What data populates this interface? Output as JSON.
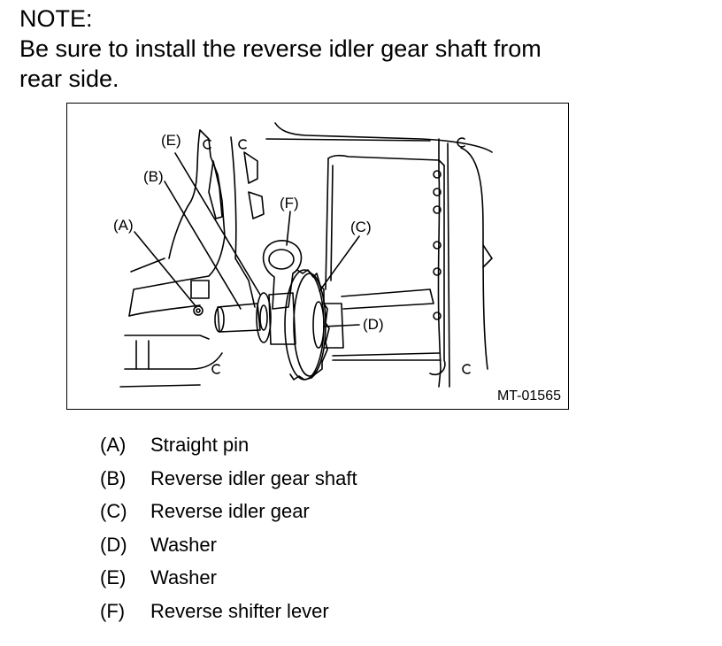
{
  "note": {
    "heading": "NOTE:",
    "line1": "Be sure to install the reverse idler gear shaft from",
    "line2": "rear side."
  },
  "figure": {
    "id": "MT-01565",
    "callouts": {
      "a": "(A)",
      "b": "(B)",
      "c": "(C)",
      "d": "(D)",
      "e": "(E)",
      "f": "(F)"
    }
  },
  "legend": [
    {
      "key": "(A)",
      "text": "Straight pin"
    },
    {
      "key": "(B)",
      "text": "Reverse idler gear shaft"
    },
    {
      "key": "(C)",
      "text": "Reverse idler gear"
    },
    {
      "key": "(D)",
      "text": "Washer"
    },
    {
      "key": "(E)",
      "text": "Washer"
    },
    {
      "key": "(F)",
      "text": "Reverse shifter lever"
    }
  ]
}
